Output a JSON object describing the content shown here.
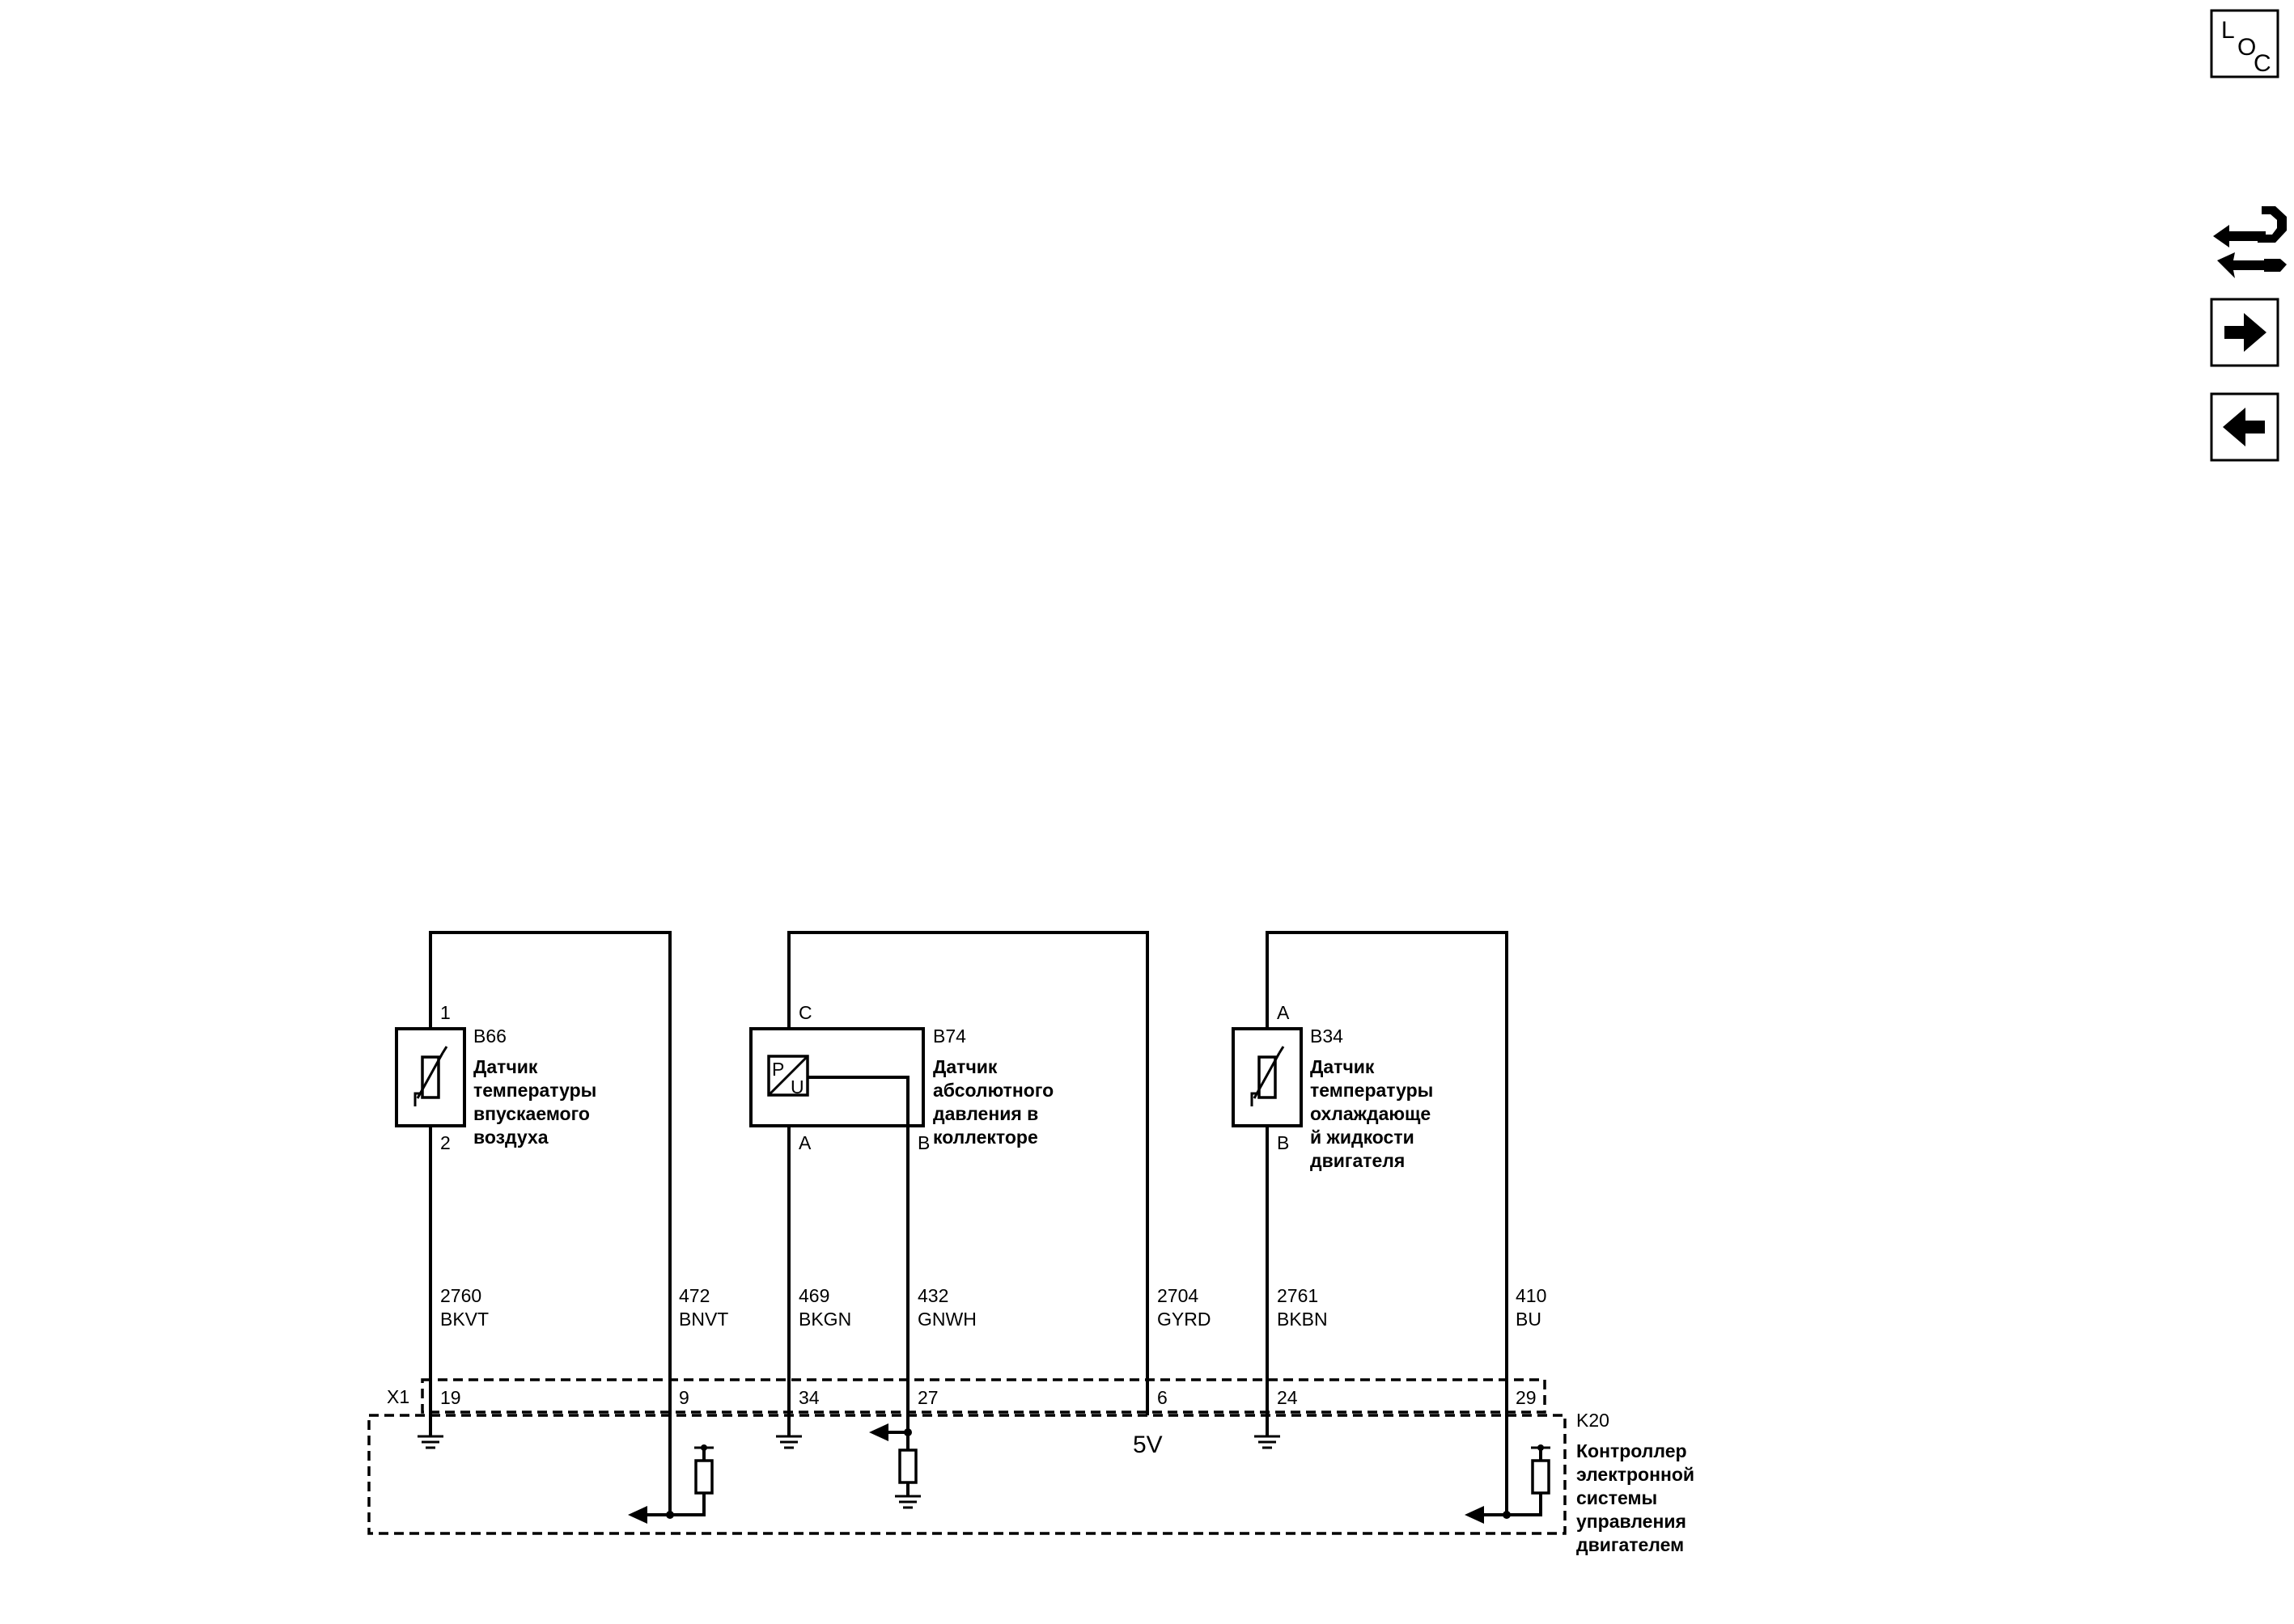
{
  "nav": {
    "loc_letters": [
      "L",
      "O",
      "C"
    ]
  },
  "sensors": {
    "b66": {
      "ref": "B66",
      "pin_top": "1",
      "pin_bottom": "2",
      "name_lines": [
        "Датчик",
        "температуры",
        "впускаемого",
        "воздуха"
      ]
    },
    "b74": {
      "ref": "B74",
      "pin_top": "C",
      "pin_a": "A",
      "pin_b": "B",
      "symbol_p": "P",
      "symbol_u": "U",
      "name_lines": [
        "Датчик",
        "абсолютного",
        "давления в",
        "коллекторе"
      ]
    },
    "b34": {
      "ref": "B34",
      "pin_top": "A",
      "pin_bottom": "B",
      "name_lines": [
        "Датчик",
        "температуры",
        "охлаждающе",
        "й жидкости",
        "двигателя"
      ]
    }
  },
  "wires": [
    {
      "circuit": "2760",
      "color": "BKVT"
    },
    {
      "circuit": "472",
      "color": "BNVT"
    },
    {
      "circuit": "469",
      "color": "BKGN"
    },
    {
      "circuit": "432",
      "color": "GNWH"
    },
    {
      "circuit": "2704",
      "color": "GYRD"
    },
    {
      "circuit": "2761",
      "color": "BKBN"
    },
    {
      "circuit": "410",
      "color": "BU"
    }
  ],
  "connector": {
    "ref": "X1",
    "pins": [
      "19",
      "9",
      "34",
      "27",
      "6",
      "24",
      "29"
    ]
  },
  "controller": {
    "ref": "K20",
    "name_lines": [
      "Контроллер",
      "электронной",
      "системы",
      "управления",
      "двигателем"
    ],
    "supply_label": "5V"
  }
}
